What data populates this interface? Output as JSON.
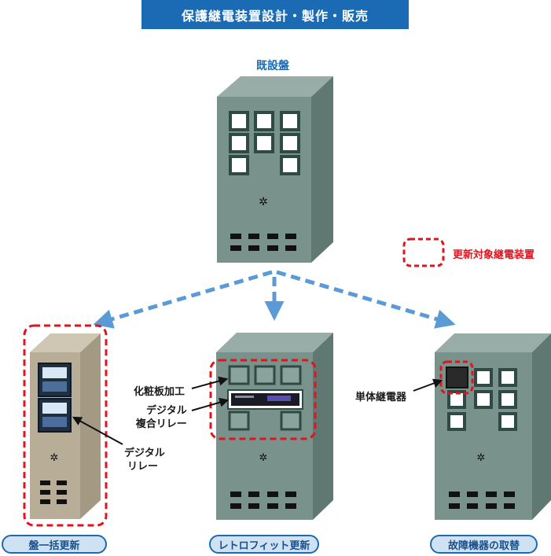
{
  "header": {
    "title": "保護継電装置設計・製作・販売"
  },
  "existing_panel": {
    "label": "既設盤"
  },
  "legend": {
    "label": "更新対象継電装置"
  },
  "callouts": {
    "digital_relay_left": [
      "デジタル",
      "リレー"
    ],
    "makeup_panel": "化粧板加工",
    "digital_composite_relay": [
      "デジタル",
      "複合リレー"
    ],
    "single_relay": "単体継電器"
  },
  "options": {
    "full_panel": "盤一括更新",
    "retrofit": "レトロフィット更新",
    "replace_faulty": "故障機器の取替"
  },
  "colors": {
    "banner": "#1a6bb3",
    "cabinet_front": "#7a928c",
    "cabinet_side": "#5f7872",
    "cabinet_top": "#98ada7",
    "beige_front": "#b8ae98",
    "beige_side": "#a49a84",
    "highlight_dash": "#e0141e",
    "arrow": "#5b9bd5"
  }
}
